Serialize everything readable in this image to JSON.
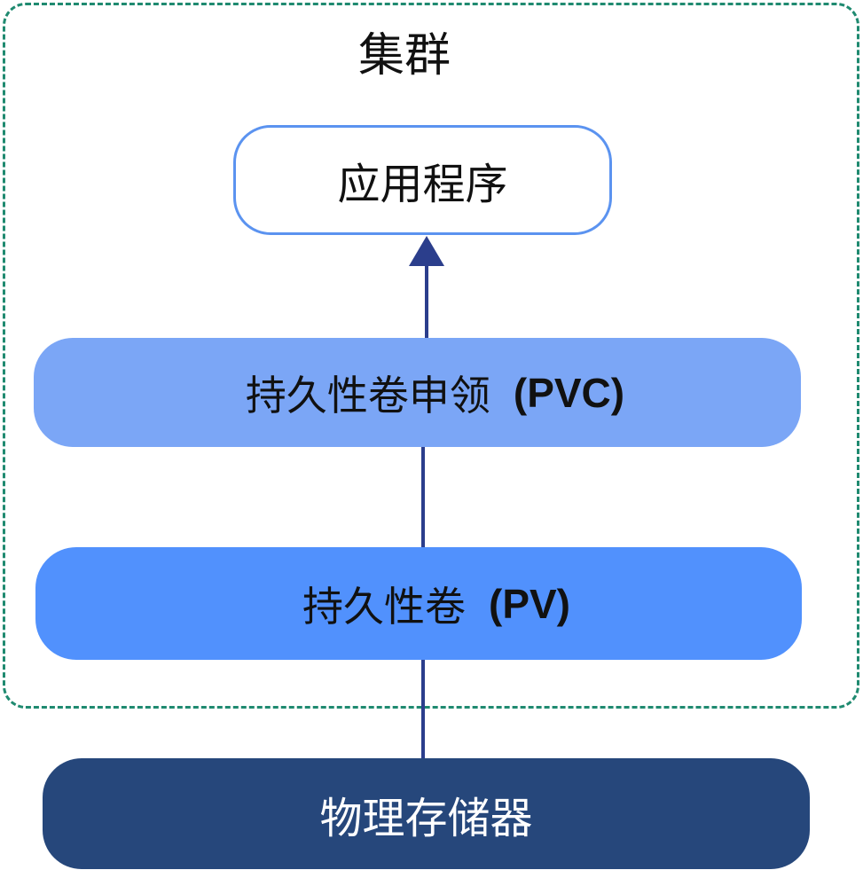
{
  "cluster": {
    "label": "集群"
  },
  "nodes": {
    "application": "应用程序",
    "pvc": {
      "label": "持久性卷申领",
      "abbr": "(PVC)"
    },
    "pv": {
      "label": "持久性卷",
      "abbr": "(PV)"
    },
    "storage": "物理存储器"
  },
  "colors": {
    "cluster_border": "#1f8a70",
    "app_border": "#5b93f0",
    "pvc_fill": "#7ba6f6",
    "pv_fill": "#5191fd",
    "storage_fill": "#26477b",
    "connector": "#2b3e8c"
  },
  "connections": [
    {
      "from": "storage",
      "to": "pv",
      "arrow": false
    },
    {
      "from": "pv",
      "to": "pvc",
      "arrow": false
    },
    {
      "from": "pvc",
      "to": "application",
      "arrow": true
    }
  ]
}
